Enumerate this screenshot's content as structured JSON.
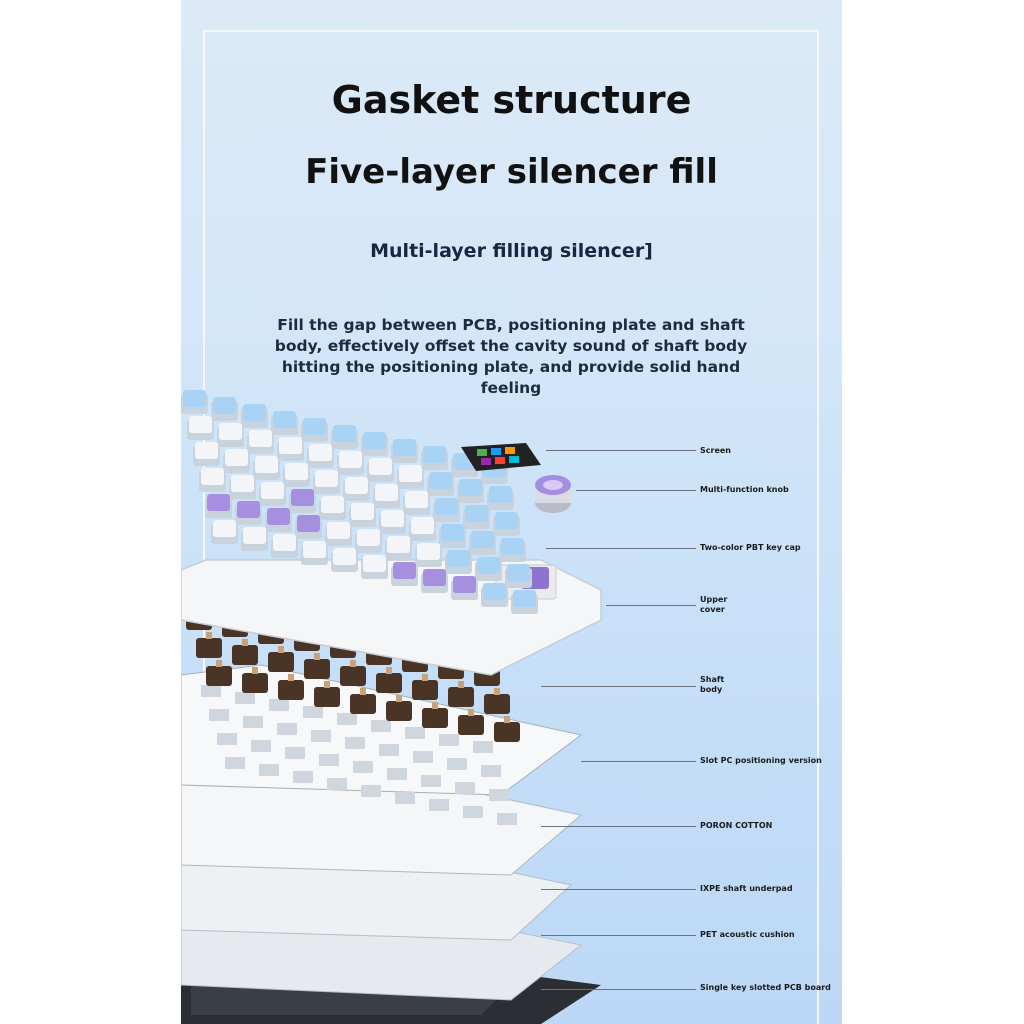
{
  "heading": {
    "title": "Gasket structure",
    "subtitle": "Five-layer silencer fill",
    "tagline": "Multi-layer filling silencer]",
    "description": "Fill the gap between PCB, positioning plate and shaft body, effectively offset the cavity sound of shaft body hitting the positioning plate, and provide solid hand feeling"
  },
  "labels": {
    "screen": "Screen",
    "knob": "Multi-function knob",
    "keycap": "Two-color PBT key cap",
    "upper_cover": "Upper\ncover",
    "shaft_body": "Shaft\nbody",
    "plate": "Slot PC positioning version",
    "poron": "PORON COTTON",
    "ixpe": "IXPE shaft underpad",
    "pet": "PET acoustic cushion",
    "pcb": "Single key slotted PCB board"
  },
  "colors": {
    "background": "#cfe4f8",
    "keycap_blue": "#a9d3f5",
    "keycap_white": "#f3f5f8",
    "keycap_purple": "#a68ee0",
    "switch_brown": "#4a3426",
    "plate_white": "#f2f4f6",
    "pcb_dark": "#2b2e33"
  }
}
